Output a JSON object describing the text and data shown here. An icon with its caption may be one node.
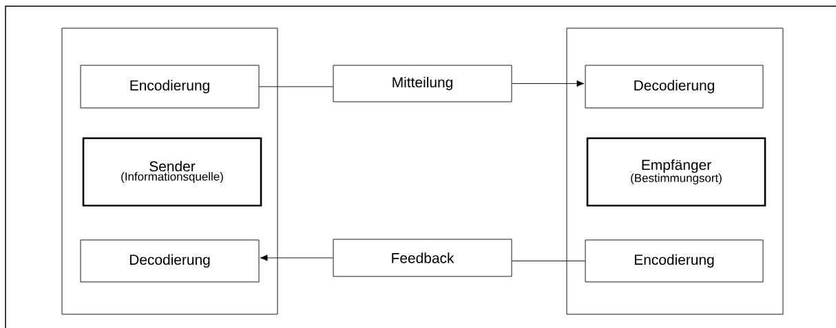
{
  "diagram": {
    "nodes": [
      {
        "text": [],
        "shape": "box"
      },
      {
        "text": [
          "Encodierung"
        ],
        "in": 0
      },
      {
        "text": [
          "Sender",
          "(Informationsquelle)"
        ],
        "in": 0
      },
      {
        "text": [
          "Decodierung"
        ],
        "in": 0
      },
      {
        "text": [
          "Mitteilung"
        ]
      },
      {
        "text": [
          "Feedback"
        ]
      },
      {
        "text": [],
        "shape": "box"
      },
      {
        "text": [
          "Decodierung"
        ],
        "in": 6
      },
      {
        "text": [
          "Empfänger",
          "(Bestimmungsort)"
        ],
        "in": 6
      },
      {
        "text": [
          "Encodierung"
        ],
        "in": 6
      }
    ],
    "edges": [
      {
        "from": 1,
        "to": 4,
        "arrow": "none"
      },
      {
        "from": 4,
        "to": 7,
        "arrow": "to"
      },
      {
        "from": 9,
        "to": 5,
        "arrow": "none"
      },
      {
        "from": 5,
        "to": 3,
        "arrow": "to"
      }
    ]
  }
}
